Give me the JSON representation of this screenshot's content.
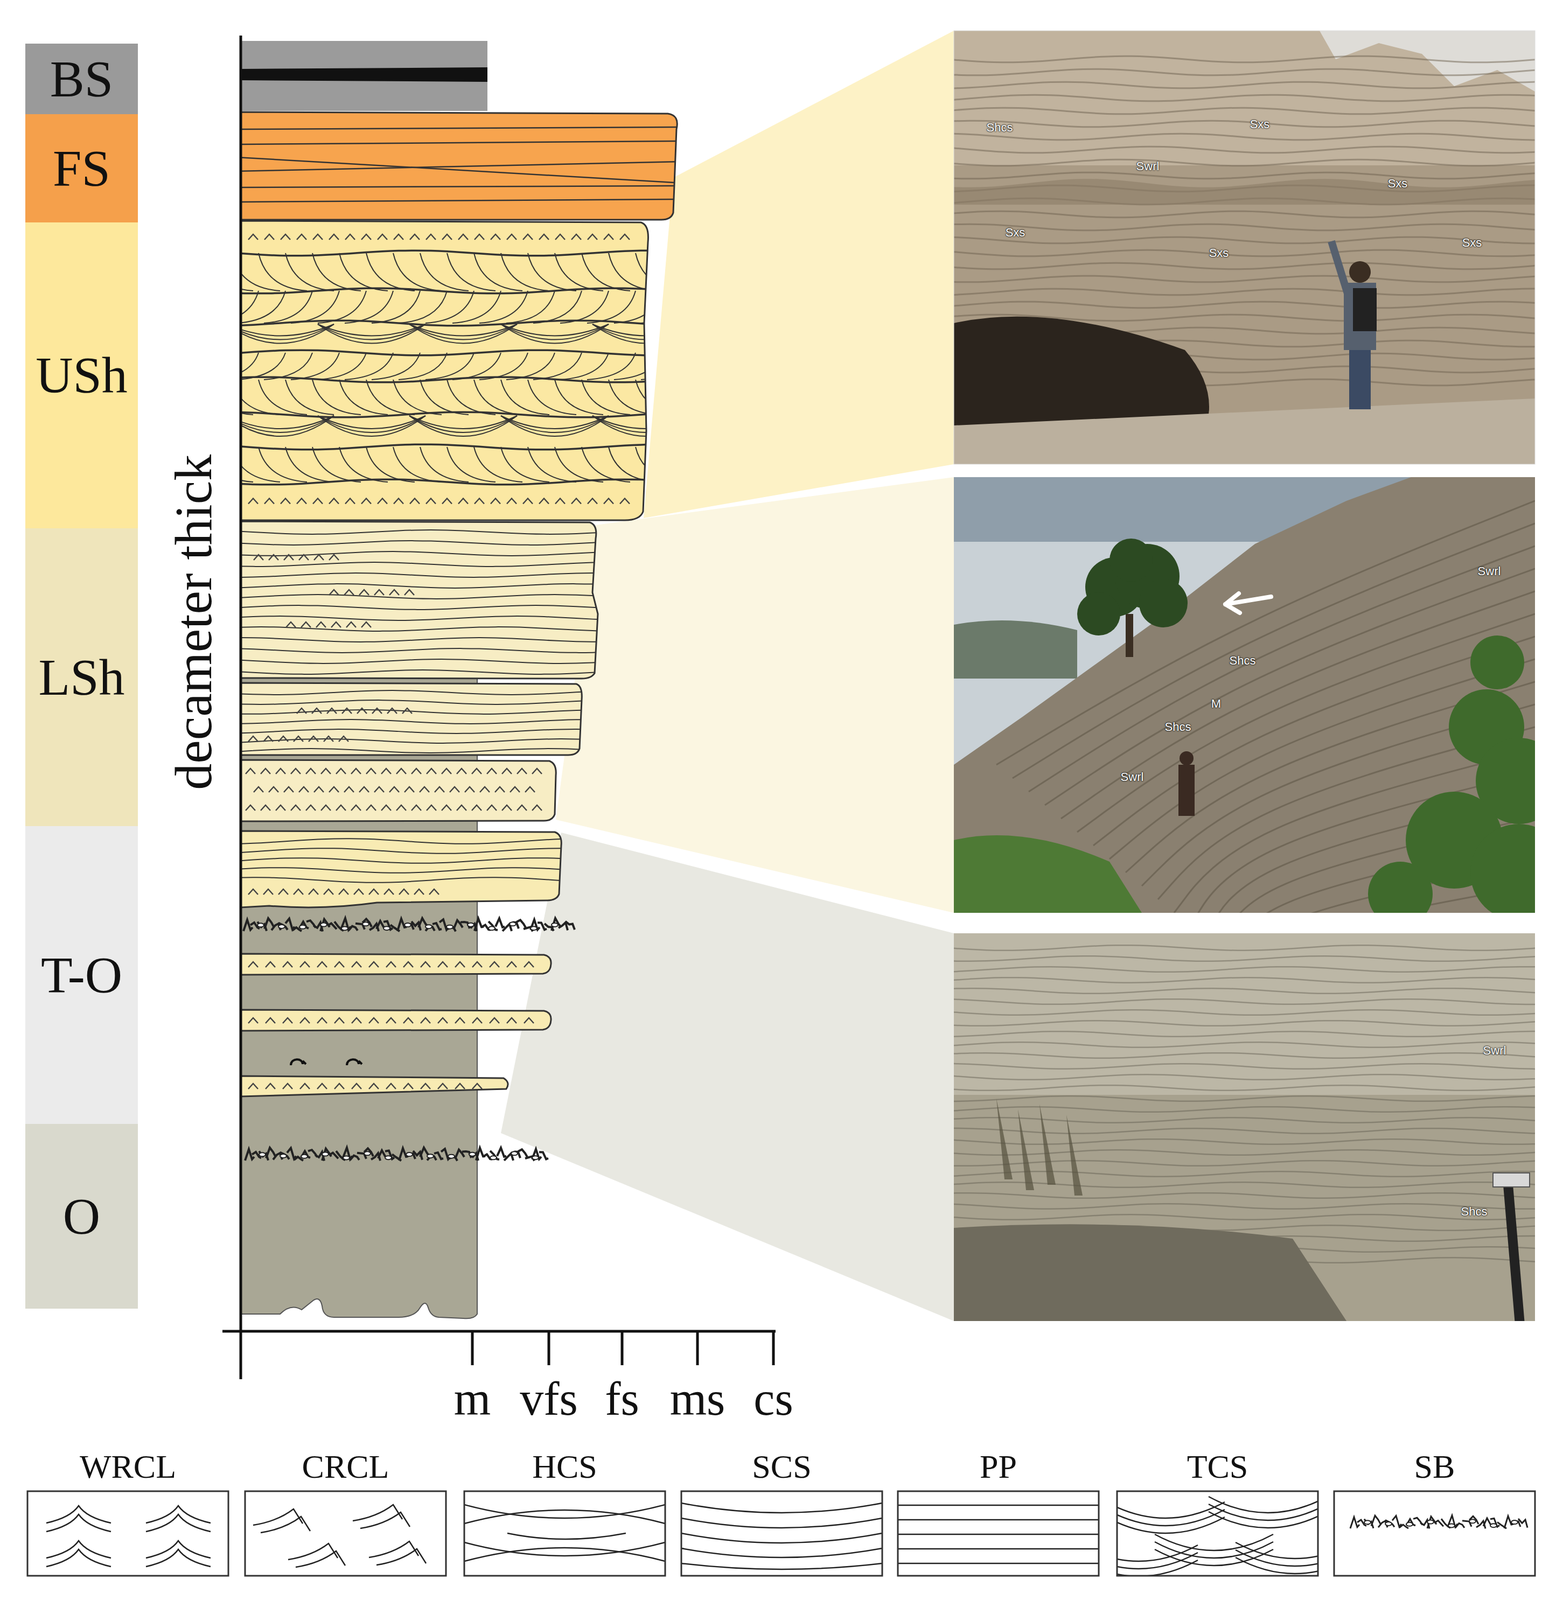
{
  "diagram": {
    "nodes": [
      {
        "text": [
          "BS"
        ]
      },
      {
        "text": [
          "FS"
        ]
      },
      {
        "text": [
          "USh"
        ]
      },
      {
        "text": [
          "LSh"
        ]
      },
      {
        "text": [
          "T-O"
        ]
      },
      {
        "text": [
          "O"
        ]
      }
    ],
    "labels": [
      "decameter thick",
      "m",
      "vfs",
      "fs",
      "ms",
      "cs",
      "Shcs",
      "Sxs",
      "Swrl",
      "Sxs",
      "Sxs",
      "Sxs",
      "Sxs",
      "Swrl",
      "Shcs",
      "M",
      "Shcs",
      "Swrl",
      "Swrl",
      "Shcs"
    ],
    "legend": [
      {
        "text": "WRCL"
      },
      {
        "text": "CRCL"
      },
      {
        "text": "HCS"
      },
      {
        "text": "SCS"
      },
      {
        "text": "PP"
      },
      {
        "text": "TCS"
      },
      {
        "text": "SB"
      }
    ]
  }
}
